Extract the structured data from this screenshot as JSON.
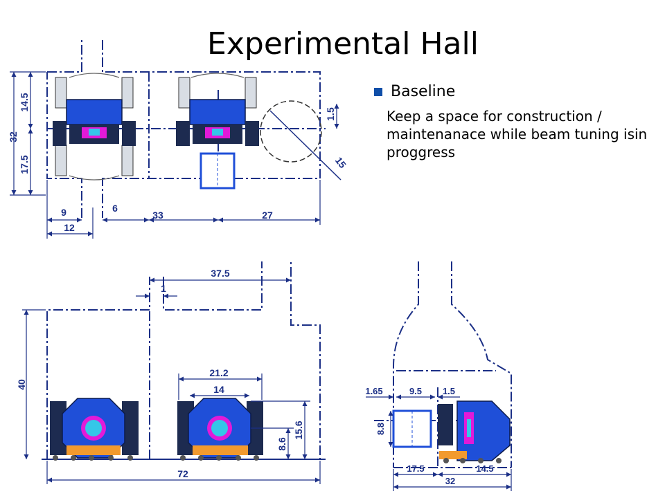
{
  "title": "Experimental Hall",
  "bullet": {
    "heading": "Baseline",
    "body": "Keep a space for construction / maintenanace while beam tuning isin proggress"
  },
  "top_view": {
    "dim_height_total": "32",
    "dim_height_upper": "14.5",
    "dim_height_lower": "17.5",
    "dim_beam_offset": "1.5",
    "dim_circle": "15",
    "dim_bottom_a": "9",
    "dim_bottom_b": "6",
    "dim_bottom_c": "33",
    "dim_bottom_d": "27",
    "dim_bottom_e": "12"
  },
  "front_view": {
    "dim_top": "37.5",
    "dim_gap": "1",
    "dim_height": "40",
    "dim_det_outer": "21.2",
    "dim_det_inner": "14",
    "dim_det_h1": "8.6",
    "dim_det_h2": "15.6",
    "dim_total": "72"
  },
  "side_view": {
    "dim_left": "1.65",
    "dim_mid": "9.5",
    "dim_right": "1.5",
    "dim_height": "8.8",
    "dim_bot_left": "17.5",
    "dim_bot_right": "14.5",
    "dim_total": "32"
  },
  "colors": {
    "accent": "#0f4ea8",
    "dim": "#1b2f86",
    "detector_blue": "#1f4fd8",
    "magenta": "#e21ad8",
    "cyan": "#35c7e8",
    "orange": "#f29a2e",
    "dark": "#1d2b50"
  }
}
